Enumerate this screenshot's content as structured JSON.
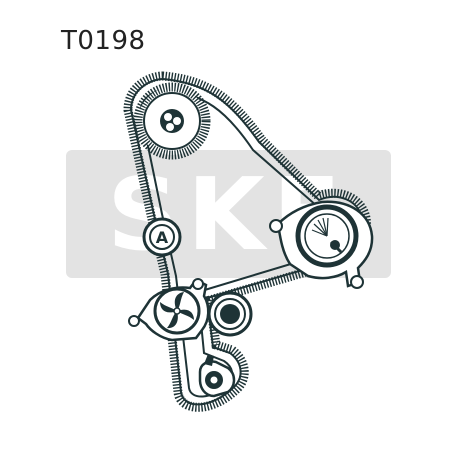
{
  "part_code": "T0198",
  "watermark_text": "SKF",
  "pulley_labels": {
    "idler_a": "A"
  },
  "colors": {
    "ink": "#1e3336",
    "watermark": "#e3e3e3",
    "background": "#ffffff",
    "text": "#222222"
  }
}
